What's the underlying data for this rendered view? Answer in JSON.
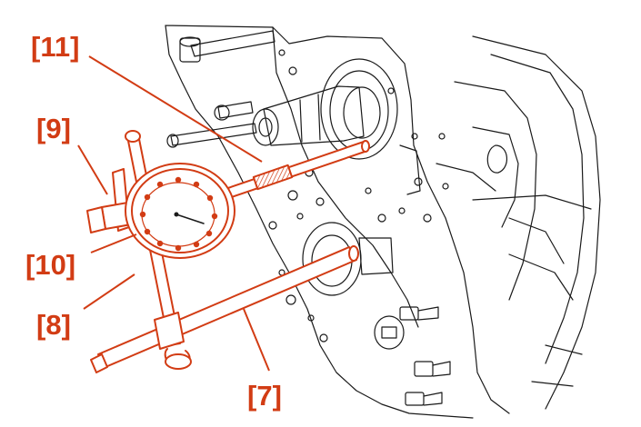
{
  "colors": {
    "accent": "#d23c14",
    "line": "#1a1a1a",
    "paper": "#ffffff"
  },
  "callouts": {
    "c11": "[11]",
    "c9": "[9]",
    "c10": "[10]",
    "c8": "[8]",
    "c7": "[7]"
  },
  "icons": {
    "dial_indicator": "dial-gauge-icon",
    "engine_block": "engine-block-illustration"
  }
}
